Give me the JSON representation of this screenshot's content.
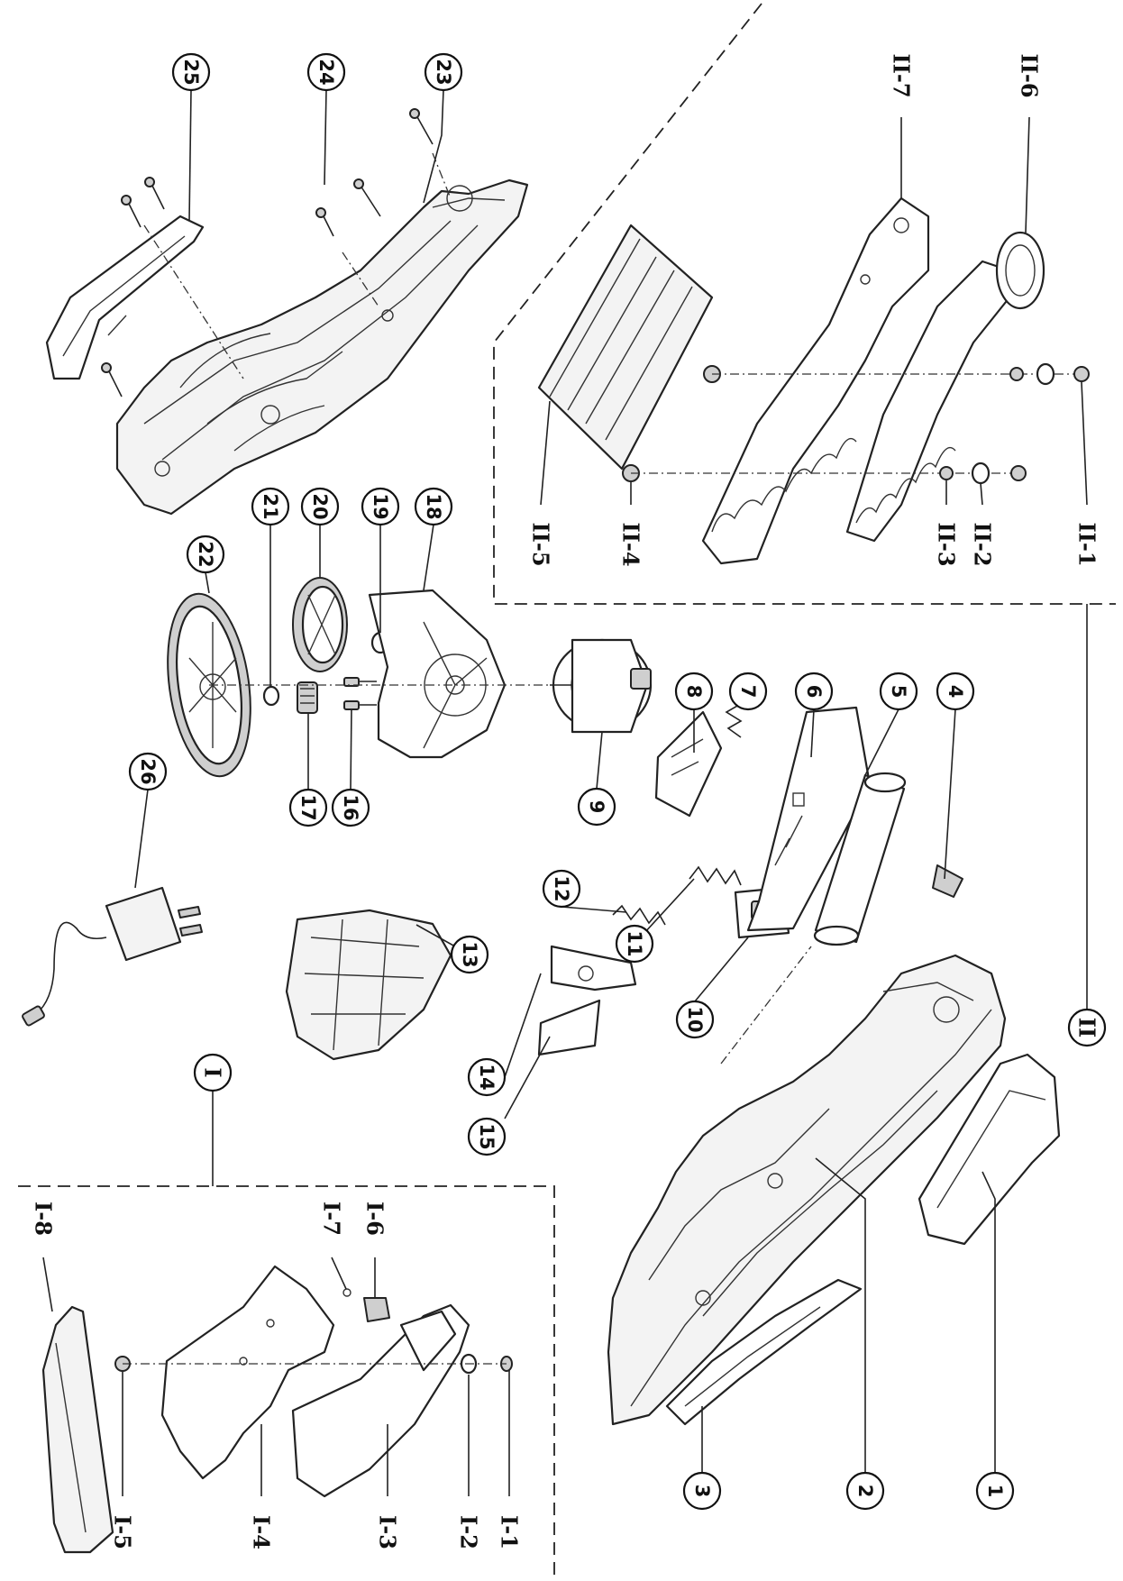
{
  "parts": {
    "p1": "1",
    "p2": "2",
    "p3": "3",
    "p4": "4",
    "p5": "5",
    "p6": "6",
    "p7": "7",
    "p8": "8",
    "p9": "9",
    "p10": "10",
    "p11": "11",
    "p12": "12",
    "p13": "13",
    "p14": "14",
    "p15": "15",
    "p16": "16",
    "p17": "17",
    "p18": "18",
    "p19": "19",
    "p20": "20",
    "p21": "21",
    "p22": "22",
    "p23": "23",
    "p24": "24",
    "p25": "25",
    "p26": "26"
  },
  "groups": {
    "g1": "I",
    "g2": "II"
  },
  "group1_parts": {
    "i1": "I-1",
    "i2": "I-2",
    "i3": "I-3",
    "i4": "I-4",
    "i5": "I-5",
    "i6": "I-6",
    "i7": "I-7",
    "i8": "I-8"
  },
  "group2_parts": {
    "ii1": "II-1",
    "ii2": "II-2",
    "ii3": "II-3",
    "ii4": "II-4",
    "ii5": "II-5",
    "ii6": "II-6",
    "ii7": "II-7"
  }
}
